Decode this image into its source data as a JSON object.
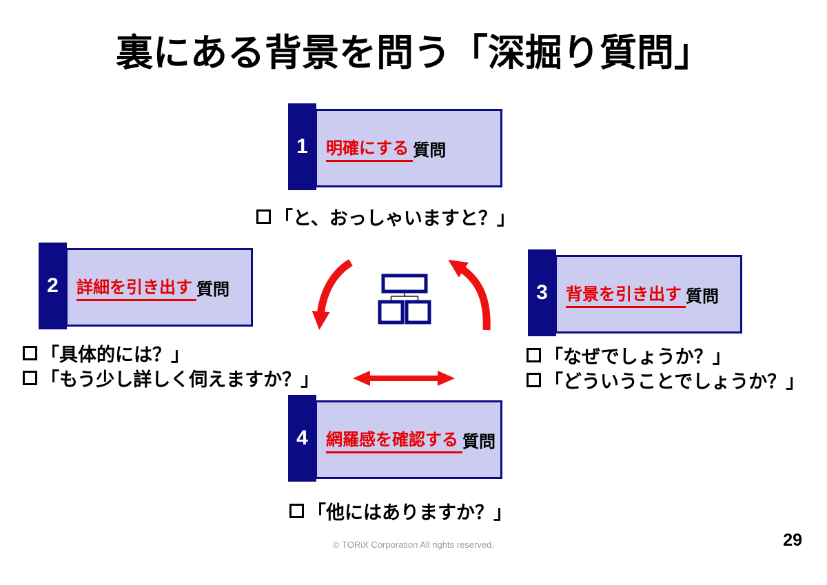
{
  "slide": {
    "title": "裏にある背景を問う「深掘り質問」",
    "footer": {
      "copyright": "© TORiX Corporation All rights reserved.",
      "page_number": "29"
    }
  },
  "boxes": [
    {
      "number": "1",
      "highlight": "明確にする",
      "rest": "質問",
      "example_questions": [
        "「と、おっしゃいますと？」"
      ]
    },
    {
      "number": "2",
      "highlight": "詳細を引き出す",
      "rest": "質問",
      "example_questions": [
        "「具体的には？」",
        "「もう少し詳しく伺えますか？」"
      ]
    },
    {
      "number": "3",
      "highlight": "背景を引き出す",
      "rest": "質問",
      "example_questions": [
        "「なぜでしょうか？」",
        "「どういうことでしょうか？」"
      ]
    },
    {
      "number": "4",
      "highlight": "網羅感を確認する",
      "rest": "質問",
      "example_questions": [
        "「他にはありますか？」"
      ]
    }
  ],
  "icons": {
    "center": "org-chart-icon",
    "cycle_left": "curved-arrow-down-left",
    "cycle_right": "curved-arrow-up-right",
    "bottom": "double-headed-arrow"
  },
  "colors": {
    "navy": "#0b0b85",
    "panel_fill": "#ccccf0",
    "highlight_red": "#e60000",
    "arrow_red": "#ee1111",
    "footer_gray": "#9a9a9a"
  }
}
